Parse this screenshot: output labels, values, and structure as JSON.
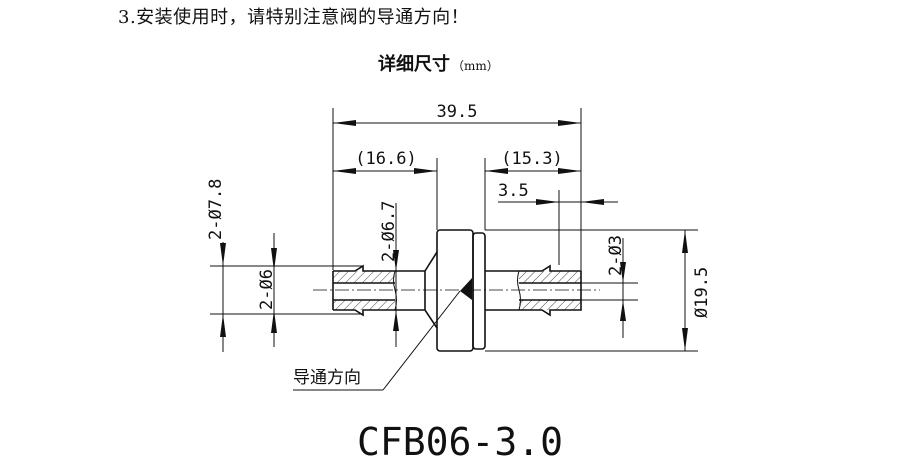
{
  "note": "3.安装使用时，请特别注意阀的导通方向！",
  "section_title": "详细尺寸",
  "section_unit": "（mm）",
  "dimensions": {
    "overall_length": "39.5",
    "left_length": "(16.6)",
    "right_length": "(15.3)",
    "barb_length": "3.5",
    "left_barb_diameter": "2-Ø7.8",
    "left_tube_diameter": "2-Ø6",
    "neck_diameter": "2-Ø6.7",
    "bore_diameter": "2-Ø3",
    "body_diameter": "Ø19.5"
  },
  "flow_label": "导通方向",
  "model": "CFB06-3.0"
}
